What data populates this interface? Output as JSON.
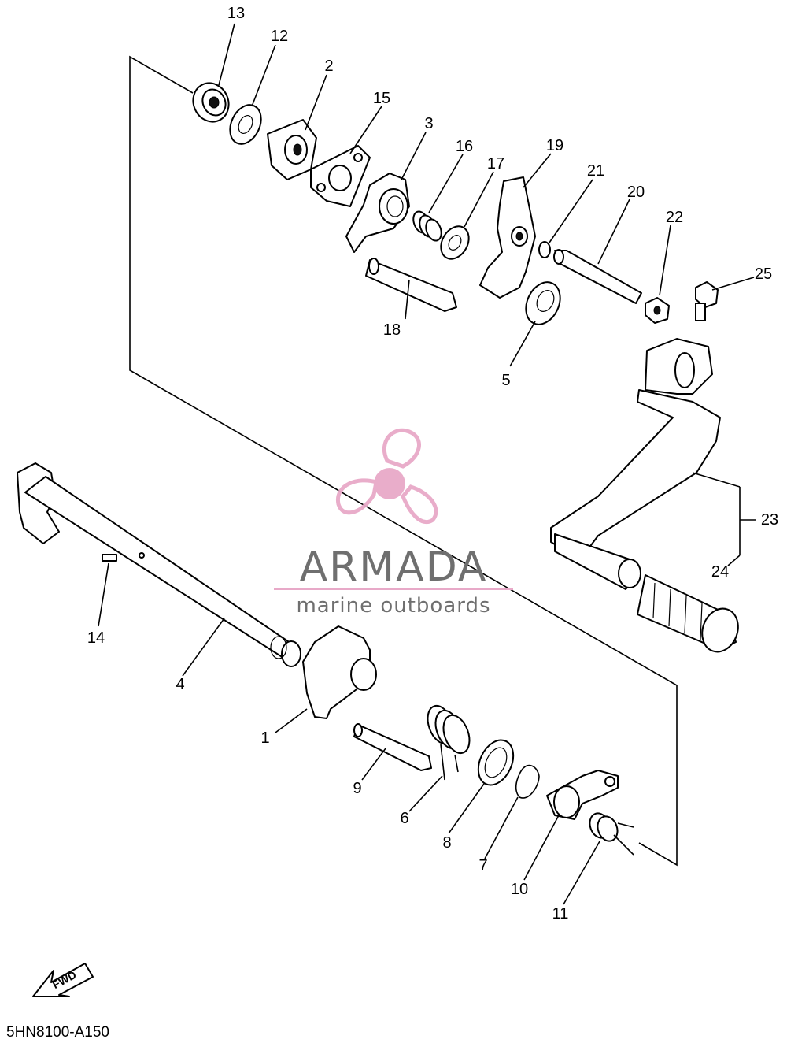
{
  "diagram": {
    "part_labels": {
      "p1": "1",
      "p2": "2",
      "p3": "3",
      "p4": "4",
      "p5": "5",
      "p6": "6",
      "p7": "7",
      "p8": "8",
      "p9": "9",
      "p10": "10",
      "p11": "11",
      "p12": "12",
      "p13": "13",
      "p14": "14",
      "p15": "15",
      "p16": "16",
      "p17": "17",
      "p18": "18",
      "p19": "19",
      "p20": "20",
      "p21": "21",
      "p22": "22",
      "p23": "23",
      "p24": "24",
      "p25": "25"
    },
    "drawing_code": "5HN8100-A150",
    "direction_marker": "FWD"
  },
  "watermark": {
    "brand": "ARMADA",
    "tagline": "marine outboards",
    "logo_color": "#e8a9c8",
    "text_color": "#6f6f6f"
  }
}
